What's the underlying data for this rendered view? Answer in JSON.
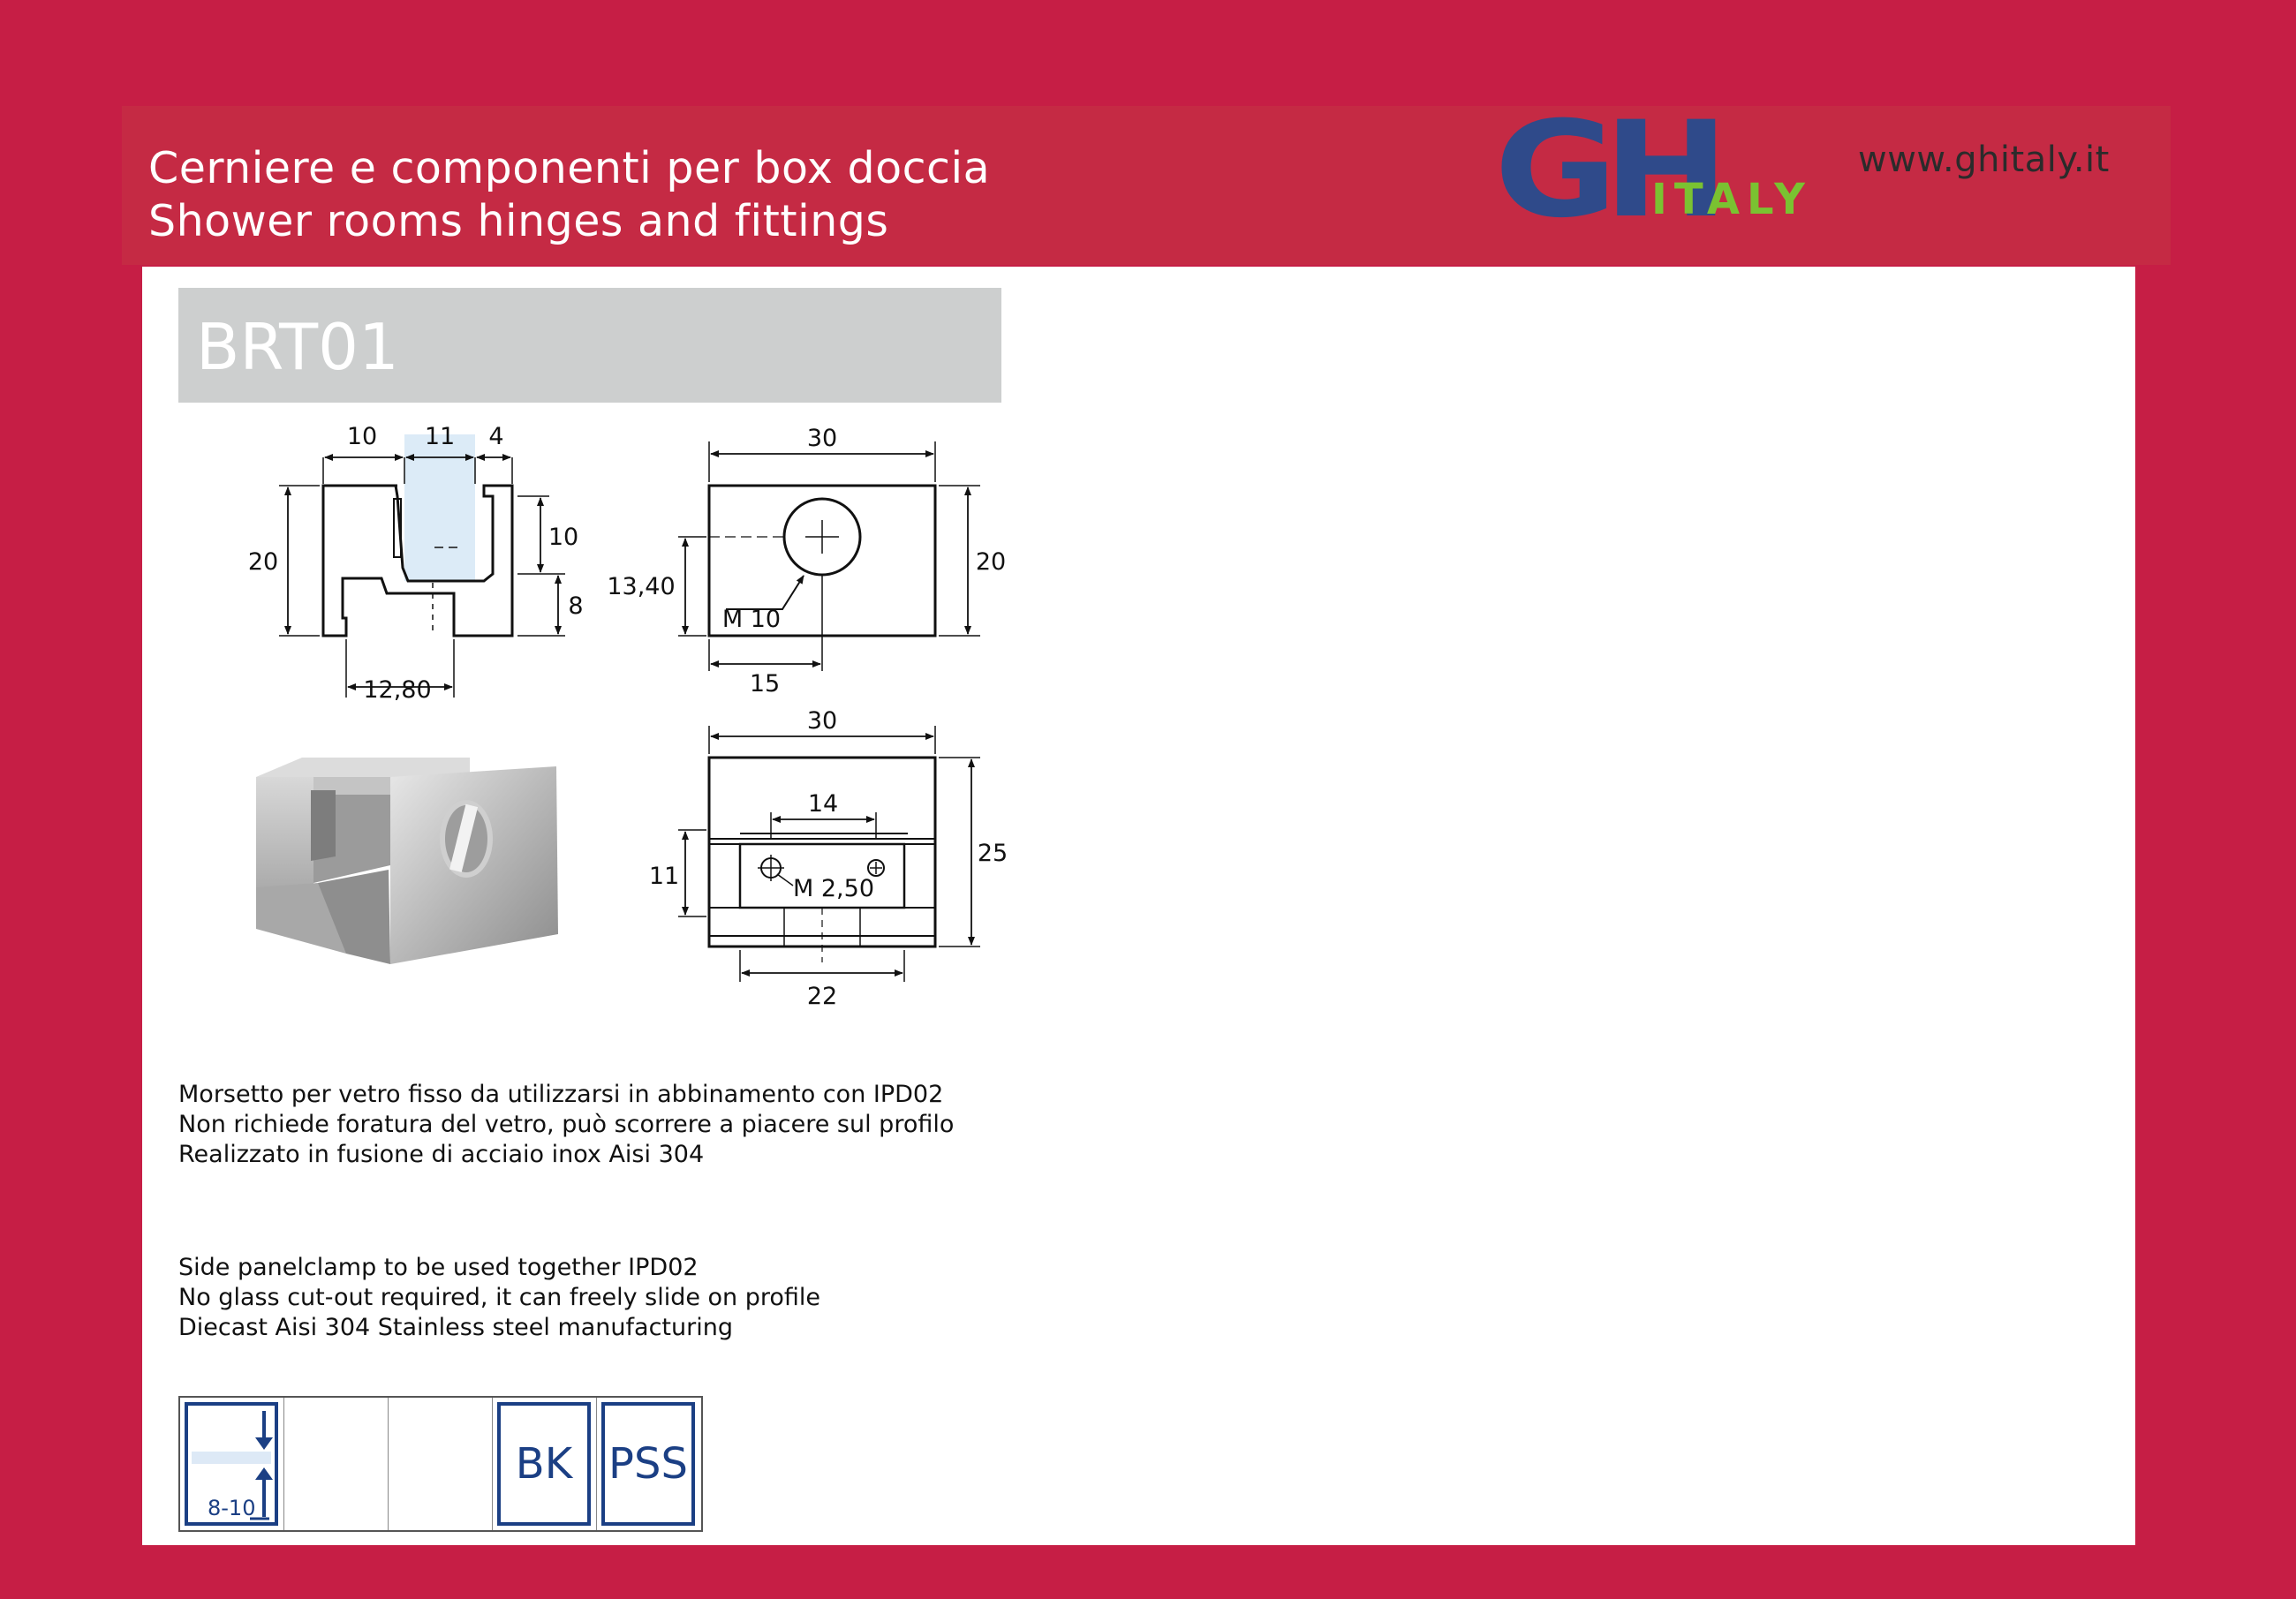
{
  "header": {
    "title_it": "Cerniere e componenti per box doccia",
    "title_en": "Shower rooms hinges and fittings",
    "logo_text": "GH ITALY",
    "website": "www.ghitaly.it"
  },
  "product": {
    "code": "BRT01"
  },
  "drawings": {
    "side_view": {
      "top_dims": [
        "10",
        "11",
        "4"
      ],
      "height": "20",
      "right_dims": [
        "10",
        "8"
      ],
      "bottom_dim": "12,80"
    },
    "front_view": {
      "width": "30",
      "height": "20",
      "hole_height": "13,40",
      "thread": "M 10",
      "hole_offset": "15"
    },
    "bottom_view": {
      "width": "30",
      "slot": "14",
      "height": "25",
      "inner_height": "11",
      "screws": "M 2,50",
      "base": "22"
    }
  },
  "description_it": [
    "Morsetto per vetro fisso da utilizzarsi in abbinamento con IPD02",
    "Non richiede foratura del vetro, può scorrere a piacere sul profilo",
    "Realizzato in fusione di acciaio inox Aisi 304"
  ],
  "description_en": [
    "Side panelclamp to be used together IPD02",
    "No glass cut-out required, it can freely slide on profile",
    "Diecast Aisi 304 Stainless steel manufacturing"
  ],
  "icons": {
    "glass_thickness": "8-10",
    "finishes": [
      "BK",
      "PSS"
    ]
  },
  "colors": {
    "background": "#c61e45",
    "band": "#c52a44",
    "logo_blue": "#2f4a8a",
    "logo_green": "#7ac231",
    "badge_blue": "#1b3f84",
    "code_bar": "#cdcfcf"
  }
}
